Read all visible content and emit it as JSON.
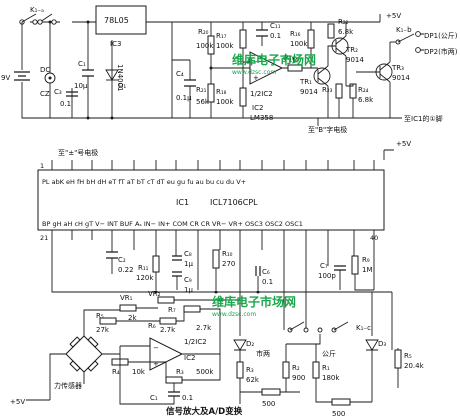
{
  "labels": {
    "k1a": "K₁₋ₐ",
    "battery": "9V",
    "dc": "DC",
    "cz": "CZ",
    "c1": "C₁",
    "c1_val": "10μ",
    "c3": "C₃",
    "c3_val": "0.1",
    "d1": "D₁",
    "d1_part": "1N4001",
    "reg": "78L05",
    "ic3": "IC3",
    "c4": "C₄",
    "c4_val": "0.1μ",
    "r20": "R₂₀",
    "r20_val": "100k",
    "r21": "R₂₁",
    "r21_val": "56k",
    "r17": "R₁₇",
    "r17_val": "100k",
    "r18": "R₁₈",
    "r18_val": "100k",
    "c11": "C₁₁",
    "c11_val": "0.1",
    "minus": "−",
    "plus": "+",
    "ic2_half": "1/2IC2",
    "ic2": "IC2",
    "lm358": "LM358",
    "ic2_pins": "3 1M",
    "r19": "R₁₉",
    "r16": "R₁₆",
    "r16_val": "100k",
    "tr1": "TR₁",
    "tr1_part": "9014",
    "tr2": "TR₂",
    "tr2_part": "9014",
    "r22": "R₂₂",
    "r22_val": "6.8k",
    "r23": "R₂₃",
    "r24": "R₂₄",
    "r24_val": "6.8k",
    "tr3": "TR₃",
    "tr3_part": "9014",
    "vcc": "+5V",
    "k1b": "K₁₋b",
    "dp1": "DP1(公斤)",
    "dp2": "DP2(市两)",
    "to_ic1": "至IC1的①脚",
    "to_b": "至\"B\"字电极",
    "to_display": "至\"±\"号电极",
    "pin1": "1",
    "top_pins": "PL abK eH fH bH dH eT fT aT bT cT dT eu gu fu au bu cu du V+",
    "ic1": "IC1",
    "icl7106": "ICL7106CPL",
    "bottom_pins": "BP gH aH cH gT V− INT BUF Aₛ IN− IN+ COM CR CR VR− VR+ OSC3 OSC2 OSC1",
    "pin21": "21",
    "pin40": "40",
    "c2": "C₂",
    "c2_val": "0.22",
    "r11": "R₁₁",
    "r11_val": "120k",
    "c8": "C₈",
    "c8_val": "1μ",
    "c9": "C₉",
    "c9_val": "1μ",
    "r10": "R₁₀",
    "r10_val": "270",
    "c6": "C₆",
    "c6_val": "0.1",
    "c7": "C₇",
    "c7_val": "100p",
    "r9": "R₉",
    "r9_val": "1M",
    "sensor": "力传感器",
    "vr1": "VR₁",
    "vr1_val": "2k",
    "vr2": "VR₂",
    "r5": "R₅",
    "r5_val": "27k",
    "r6": "R₆",
    "r6_val": "2.7k",
    "r7": "R₇",
    "r7_val": "2.7k",
    "ic2b": "IC2",
    "r4": "R₄",
    "r4_val": "10k",
    "r3": "R₃",
    "r3_val": "500k",
    "c1b_val": "0.1",
    "d2": "D₂",
    "r3b_val": "62k",
    "pot1_val": "500",
    "city": "市两",
    "r2": "R₂",
    "r2_val": "900",
    "r1": "R₁",
    "r1_val": "180k",
    "metric": "公斤",
    "k1c": "K₁₋c",
    "d3": "D₃",
    "r5b_val": "20.4k",
    "caption": "信号放大及A/D变换"
  },
  "watermark": {
    "name": "维库电子市场网",
    "url": "www.dzsc.com"
  }
}
